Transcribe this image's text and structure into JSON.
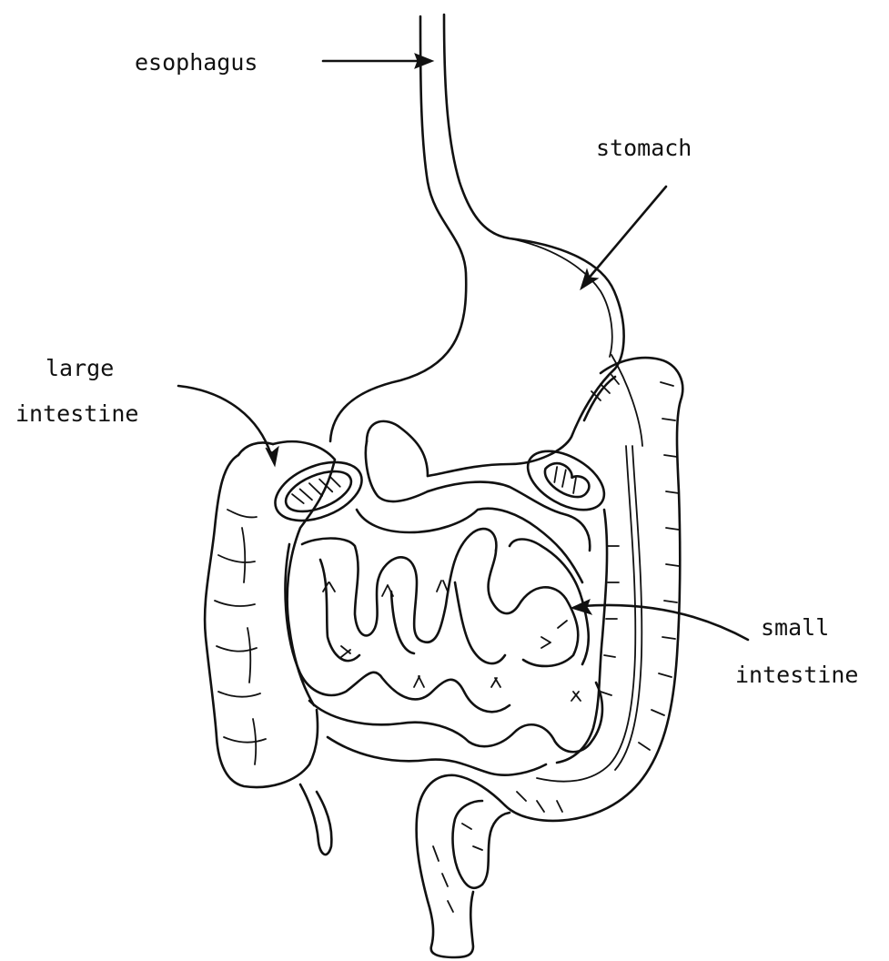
{
  "labels": {
    "esophagus": "esophagus",
    "stomach": "stomach",
    "large_intestine_line1": "large",
    "large_intestine_line2": "intestine",
    "small_intestine_line1": "small",
    "small_intestine_line2": "intestine"
  }
}
